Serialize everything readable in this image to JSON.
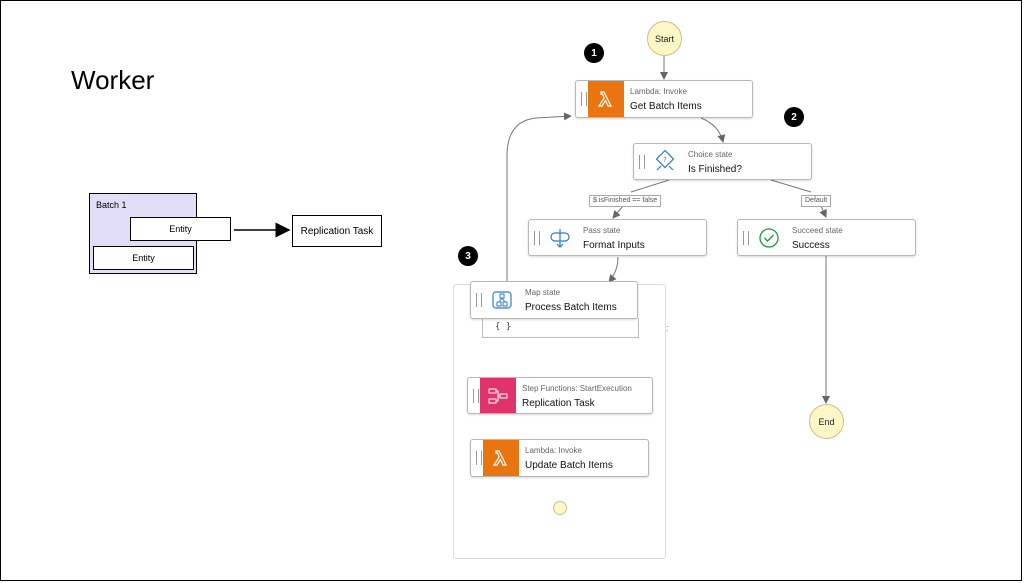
{
  "title": "Worker",
  "batch": {
    "label": "Batch 1",
    "entity_top": "Entity",
    "entity_bottom": "Entity"
  },
  "replication_task_box": "Replication Task",
  "markers": [
    "1",
    "2",
    "3"
  ],
  "workflow": {
    "start": "Start",
    "end": "End",
    "get_batch_items": {
      "type": "Lambda: Invoke",
      "name": "Get Batch Items"
    },
    "is_finished": {
      "type": "Choice state",
      "name": "Is Finished?"
    },
    "format_inputs": {
      "type": "Pass state",
      "name": "Format Inputs"
    },
    "success": {
      "type": "Succeed state",
      "name": "Success"
    },
    "process_batch_items": {
      "type": "Map state",
      "name": "Process Batch Items"
    },
    "replication_task": {
      "type": "Step Functions: StartExecution",
      "name": "Replication Task"
    },
    "update_batch_items": {
      "type": "Lambda: Invoke",
      "name": "Update Batch Items"
    },
    "edge_false": "$.isFinished == false",
    "edge_default": "Default",
    "map_input": "{ }"
  },
  "colors": {
    "lambda": "#e8750f",
    "stepfunctions": "#e0336c",
    "success": "#1a9c3e",
    "accent_blue": "#2d7bd1"
  }
}
